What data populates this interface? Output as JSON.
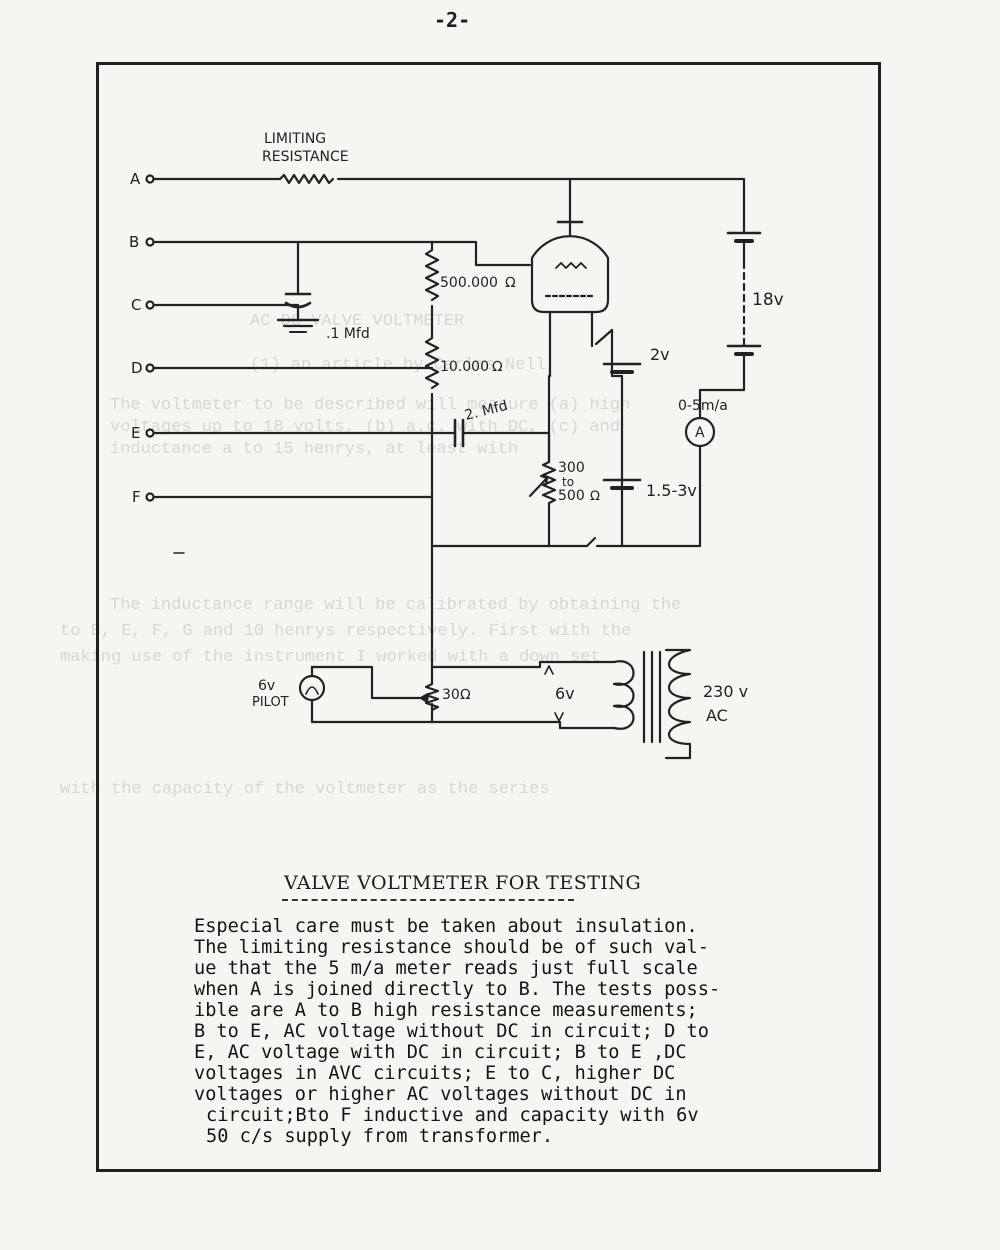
{
  "page_number": "-2-",
  "bleed_through": {
    "l1": "AC DC VALVE VOLTMETER",
    "l2": "(1) an article by Carlos Nell,",
    "l3": "The voltmeter to be described will measure (a) high",
    "l4": "voltages up to 18 volts, (b) a.c. with DC, (c) and",
    "l5": "inductance a to 15 henrys, at least with",
    "l6": "The inductance range will be calibrated by obtaining the",
    "l7": "to B, E, F, G and 10 henrys respectively. First with the",
    "l8": "making use of the instrument I worked with a down set",
    "l9": "with the capacity of the voltmeter as the series"
  },
  "diagram": {
    "limiting_resistance_label": [
      "LIMITING",
      "RESISTANCE"
    ],
    "terminals": [
      "A",
      "B",
      "C",
      "D",
      "E",
      "F"
    ],
    "components": {
      "r1": "500.000",
      "r2": "10.000",
      "cap1": ".1 Mfd",
      "cap2": "2. Mfd",
      "pot_top": "300",
      "pot_mid": "to",
      "pot_bot": "500",
      "r_pilot": "30",
      "ohm": "Ω",
      "meter": "0-5m/a",
      "meter_symbol": "A",
      "batt_main": "18v",
      "batt_grid": "2v",
      "batt_bias": "1.5-3v",
      "transformer_secondary": "6v",
      "mains": [
        "230 v",
        "AC"
      ],
      "pilot": [
        "6v",
        "PILOT"
      ]
    }
  },
  "caption": {
    "title": "VALVE VOLTMETER FOR TESTING",
    "lines": [
      "Especial care must be taken about insulation.",
      "The limiting resistance should be of such val-",
      "ue that the 5 m/a meter reads just full scale",
      "when A is joined directly to B. The tests poss-",
      "ible are A to B high resistance measurements;",
      "B to E, AC voltage without DC in circuit; D to",
      "E, AC voltage with DC in circuit; B to E ,DC",
      "voltages in AVC circuits; E to C, higher DC",
      "voltages or higher AC voltages without DC in",
      "circuit;Bto F inductive and capacity with 6v",
      "50 c/s supply from transformer."
    ]
  },
  "colors": {
    "ink": "#1d1d1d",
    "paper": "#f6f5f1",
    "bleed": "#d6d6d2"
  }
}
